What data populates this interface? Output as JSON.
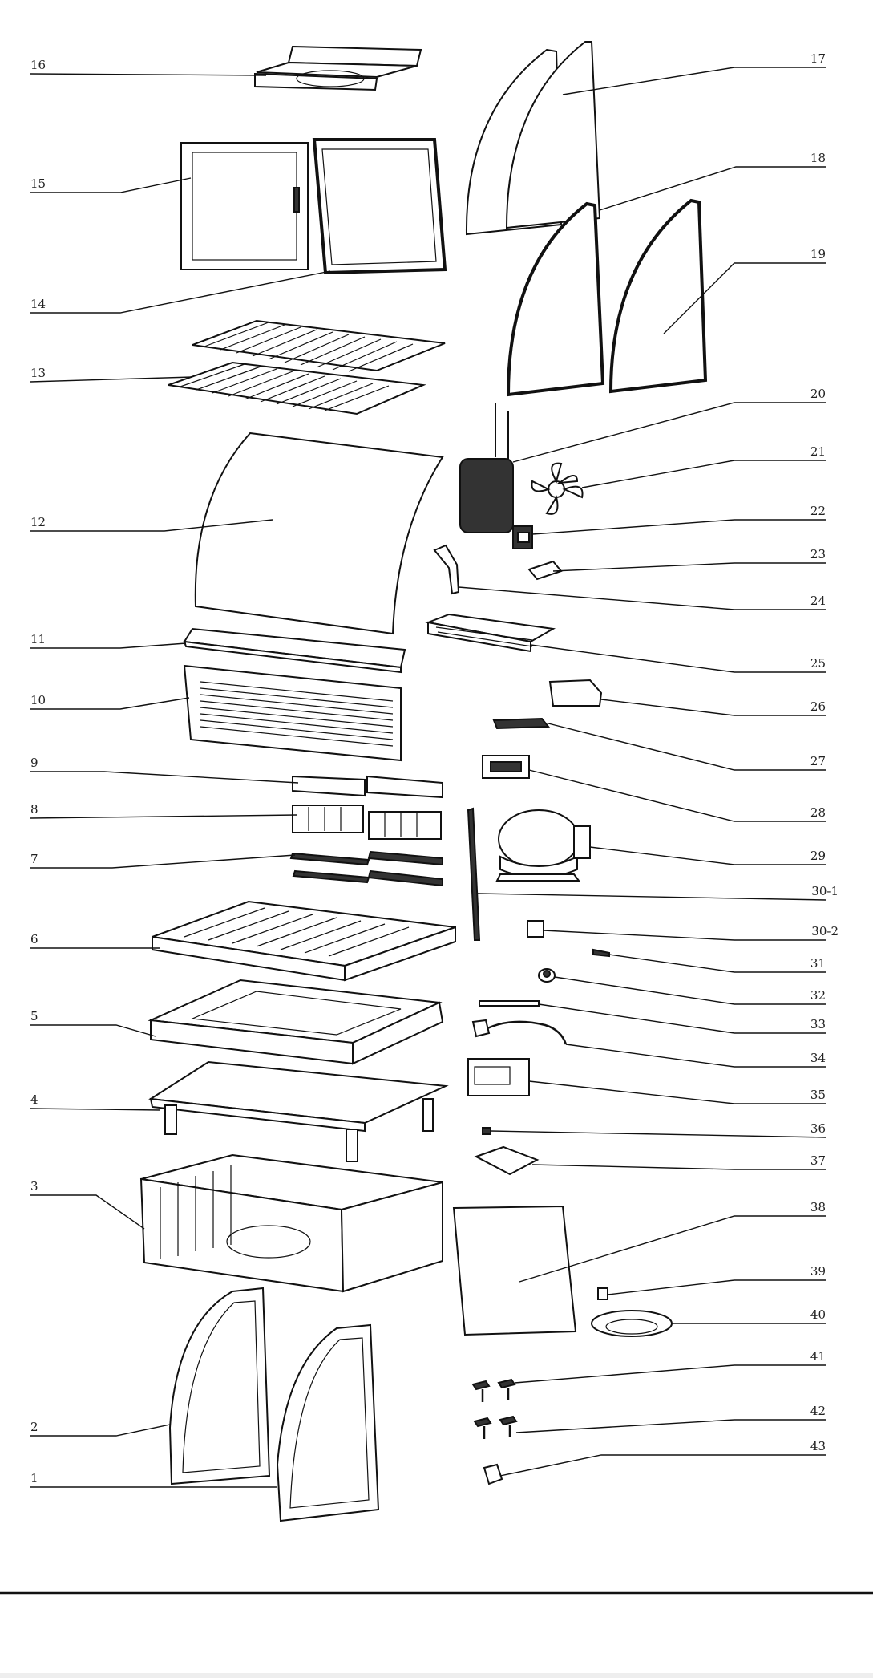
{
  "diagram": {
    "labels": [
      "1",
      "2",
      "3",
      "4",
      "5",
      "6",
      "7",
      "8",
      "9",
      "10",
      "11",
      "12",
      "13",
      "14",
      "15",
      "16",
      "17",
      "18",
      "19",
      "20",
      "21",
      "22",
      "23",
      "24",
      "25",
      "26",
      "27",
      "28",
      "29",
      "30-1",
      "30-2",
      "31",
      "32",
      "33",
      "34",
      "35",
      "36",
      "37",
      "38",
      "39",
      "40",
      "41",
      "42",
      "43"
    ]
  },
  "colors": {
    "line": "#111111",
    "background": "#ffffff",
    "footer_band": "#eeeeee"
  }
}
